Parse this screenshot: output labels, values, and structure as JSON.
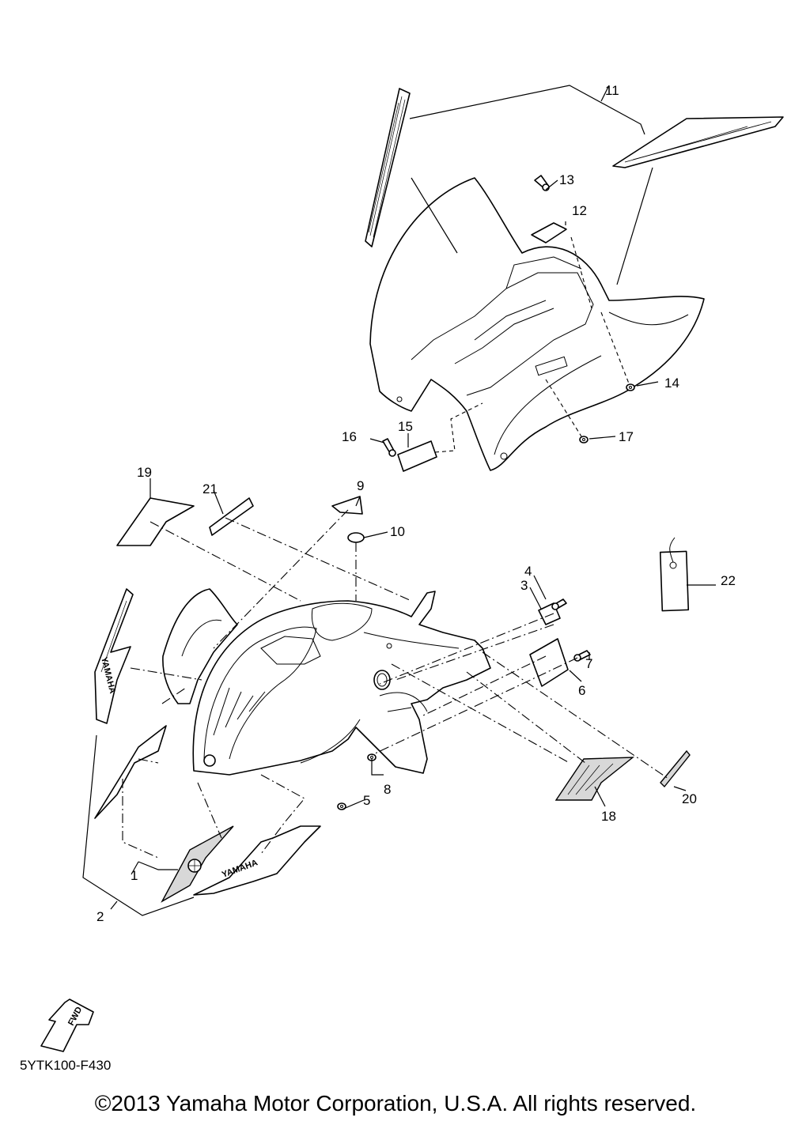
{
  "drawing_code": "5YTK100-F430",
  "copyright": "©2013 Yamaha Motor Corporation, U.S.A. All rights reserved.",
  "fwd_marker": "FWD",
  "decal_brand_text": "YAMAHA",
  "callouts": [
    "1",
    "2",
    "3",
    "4",
    "5",
    "6",
    "7",
    "8",
    "9",
    "10",
    "11",
    "12",
    "13",
    "14",
    "15",
    "16",
    "17",
    "18",
    "19",
    "20",
    "21",
    "22"
  ]
}
